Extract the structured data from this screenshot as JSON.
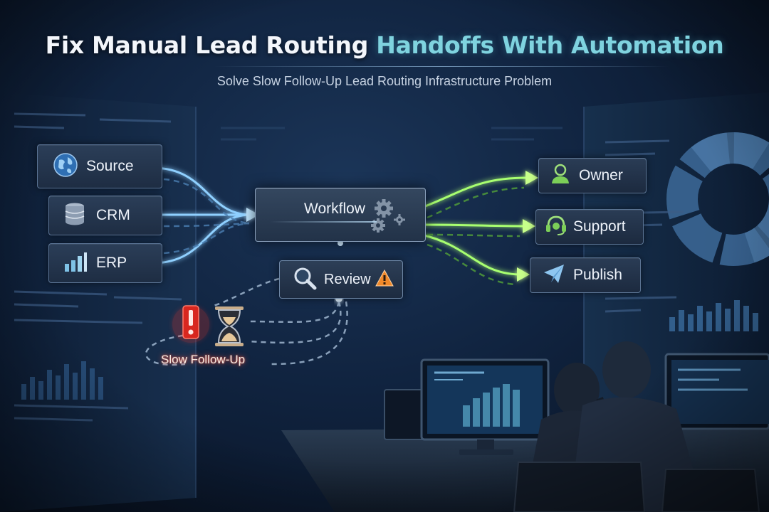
{
  "title": {
    "part1": "Fix Manual Lead Routing",
    "part2": "Handoffs With Automation"
  },
  "subtitle": "Solve Slow Follow-Up Lead Routing Infrastructure Problem",
  "sources": [
    {
      "label": "Source",
      "icon": "globe-icon"
    },
    {
      "label": "CRM",
      "icon": "database-icon"
    },
    {
      "label": "ERP",
      "icon": "bar-chart-icon"
    }
  ],
  "hub": {
    "label": "Workflow",
    "icon": "gears-icon"
  },
  "review": {
    "label": "Review",
    "icon": "magnifier-icon",
    "badge_icon": "warning-icon"
  },
  "outputs": [
    {
      "label": "Owner",
      "icon": "person-icon"
    },
    {
      "label": "Support",
      "icon": "headset-icon"
    },
    {
      "label": "Publish",
      "icon": "paper-plane-icon"
    }
  ],
  "delay": {
    "label": "Slow Follow-Up",
    "icons": [
      "alert-icon",
      "hourglass-icon"
    ]
  },
  "colors": {
    "title_accent": "#7fd3df",
    "input_flow": "#5fb4ff",
    "output_flow": "#7cf04a",
    "delay_alert": "#e5302b",
    "background": "#10233f"
  }
}
